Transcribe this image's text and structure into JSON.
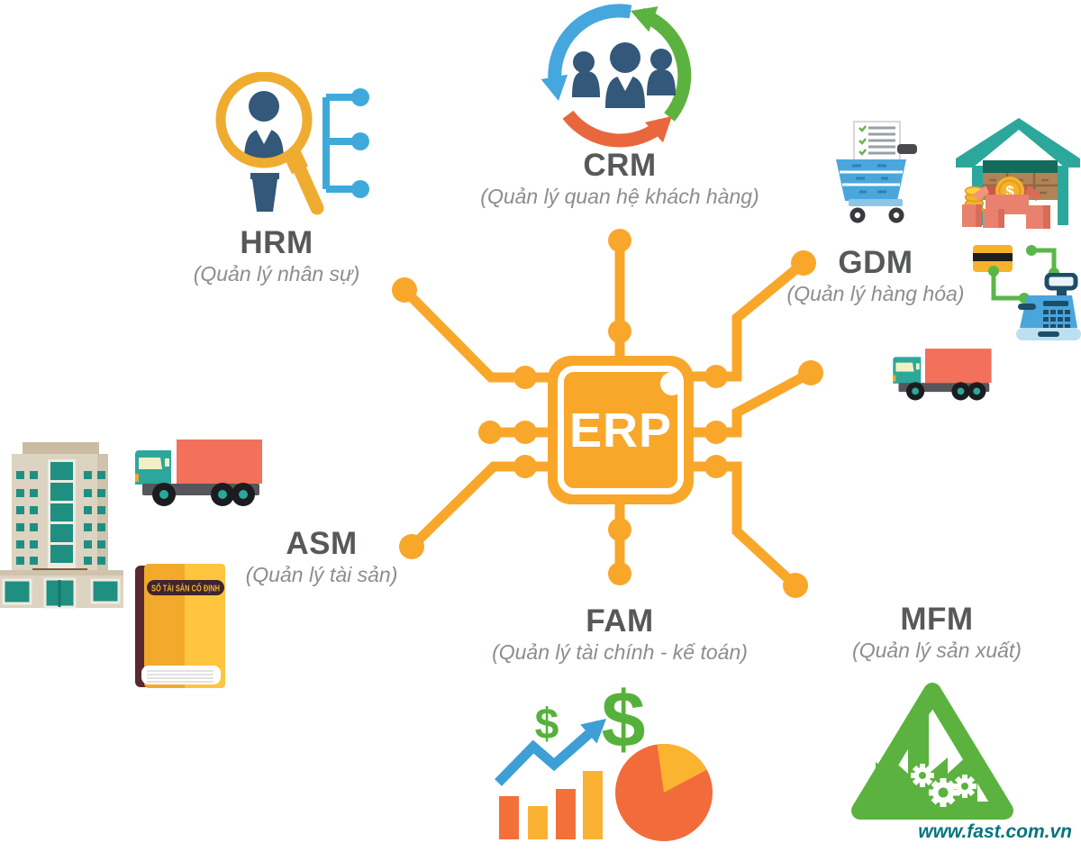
{
  "page": {
    "title": "ERP modules diagram"
  },
  "center": {
    "label": "ERP"
  },
  "modules": [
    {
      "code": "CRM",
      "subtitle": "(Quản lý quan hệ khách hàng)"
    },
    {
      "code": "HRM",
      "subtitle": "(Quản lý nhân sự)"
    },
    {
      "code": "GDM",
      "subtitle": "(Quản lý hàng hóa)"
    },
    {
      "code": "ASM",
      "subtitle": "(Quản lý tài sản)"
    },
    {
      "code": "FAM",
      "subtitle": "(Quản lý tài chính - kế toán)"
    },
    {
      "code": "MFM",
      "subtitle": "(Quản lý sản xuất)"
    }
  ],
  "book": {
    "label": "SỔ TÀI SẢN CỐ ĐỊNH"
  },
  "glyphs": {
    "dollar": "$"
  },
  "footer": {
    "website": "www.fast.com.vn"
  },
  "icons": [
    "people-cycle-icon",
    "person-search-icon",
    "org-structure-icon",
    "shopping-cart-icon",
    "warehouse-icon",
    "payment-card-icon",
    "flow-connector-icon",
    "cash-register-icon",
    "delivery-truck-icon",
    "office-building-icon",
    "asset-book-icon",
    "bar-chart-icon",
    "growth-arrow-icon",
    "dollar-icon",
    "pie-chart-icon",
    "green-manufacturing-icon",
    "erp-chip-icon"
  ],
  "colors": {
    "accent_orange": "#F9A72B",
    "label_gray": "#57585A",
    "subtitle_gray": "#8B8D90",
    "teal": "#2BA89B",
    "salmon": "#F3705A",
    "blue": "#45A7DD",
    "dark_blue": "#33587A",
    "green": "#5CB23E",
    "yellow": "#F9B233",
    "website_teal": "#00767E"
  }
}
